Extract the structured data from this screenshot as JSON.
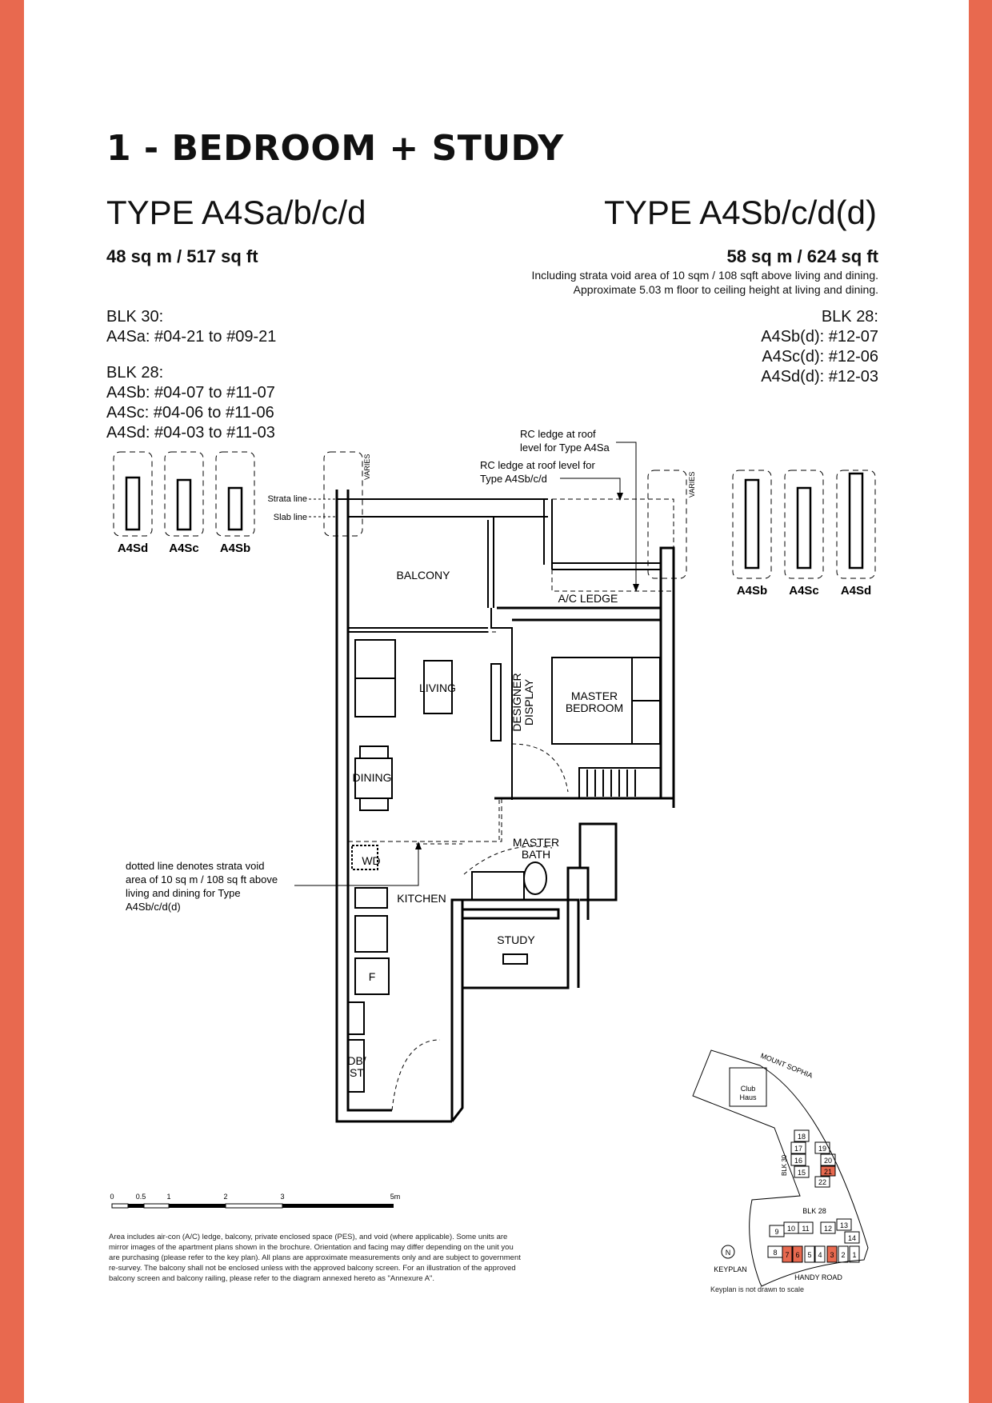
{
  "heading": "1 - BEDROOM + STUDY",
  "left": {
    "type": "TYPE A4Sa/b/c/d",
    "area": "48 sq m / 517 sq ft",
    "blk30_title": "BLK 30:",
    "blk30_units": [
      "A4Sa: #04-21 to #09-21"
    ],
    "blk28_title": "BLK 28:",
    "blk28_units": [
      "A4Sb: #04-07 to #11-07",
      "A4Sc: #04-06 to #11-06",
      "A4Sd: #04-03 to #11-03"
    ]
  },
  "right": {
    "type": "TYPE A4Sb/c/d(d)",
    "area": "58 sq m / 624 sq ft",
    "note1": "Including strata void area of 10 sqm / 108 sqft above living and dining.",
    "note2": "Approximate 5.03 m floor to ceiling height at living and dining.",
    "blk28_title": "BLK 28:",
    "blk28_units": [
      "A4Sb(d): #12-07",
      "A4Sc(d): #12-06",
      "A4Sd(d): #12-03"
    ]
  },
  "plan": {
    "rooms": {
      "balcony": "BALCONY",
      "ac_ledge": "A/C LEDGE",
      "living": "LIVING",
      "designer1": "DESIGNER",
      "designer2": "DISPLAY",
      "master1": "MASTER",
      "master2": "BEDROOM",
      "dining": "DINING",
      "bath1": "MASTER",
      "bath2": "BATH",
      "wd": "WD",
      "kitchen": "KITCHEN",
      "study": "STUDY",
      "fridge": "F",
      "db1": "DB/",
      "db2": "ST"
    },
    "annotations": {
      "rc1a": "RC ledge at roof",
      "rc1b": "level for Type A4Sa",
      "rc2a": "RC ledge at roof level for",
      "rc2b": "Type A4Sb/c/d",
      "strata": "Strata line",
      "slab": "Slab line",
      "varies": "VARIES",
      "void1": "dotted line denotes strata void",
      "void2": "area of 10 sq m / 108 sq ft above",
      "void3": "living and dining for Type",
      "void4": "A4Sb/c/d(d)"
    },
    "sections_left": [
      "A4Sd",
      "A4Sc",
      "A4Sb"
    ],
    "sections_right": [
      "A4Sb",
      "A4Sc",
      "A4Sd"
    ]
  },
  "scale": {
    "ticks": [
      "0",
      "0.5",
      "1",
      "2",
      "3",
      "5m"
    ]
  },
  "keyplan": {
    "road_top": "MOUNT SOPHIA",
    "club1": "Club",
    "club2": "Haus",
    "blk30": "BLK 30",
    "blk28": "BLK 28",
    "road_bottom": "HANDY ROAD",
    "label": "KEYPLAN",
    "north": "N",
    "units": [
      "18",
      "17",
      "19",
      "16",
      "20",
      "21",
      "15",
      "22",
      "10",
      "11",
      "12",
      "13",
      "9",
      "14",
      "8",
      "7",
      "6",
      "5",
      "4",
      "3",
      "2",
      "1"
    ],
    "note": "Keyplan is not drawn to scale",
    "highlight_color": "#e8694f"
  },
  "disclaimer": "Area includes air-con (A/C) ledge, balcony, private enclosed space (PES), and void (where applicable). Some units are mirror images of the apartment plans shown in the brochure. Orientation and facing may differ depending on the unit you are purchasing (please refer to the key plan). All plans are approximate measurements only and are subject to government re-survey. The balcony shall not be enclosed unless with the approved balcony screen. For an illustration of the approved balcony screen and balcony railing, please refer to the diagram annexed hereto as \"Annexure A\"."
}
